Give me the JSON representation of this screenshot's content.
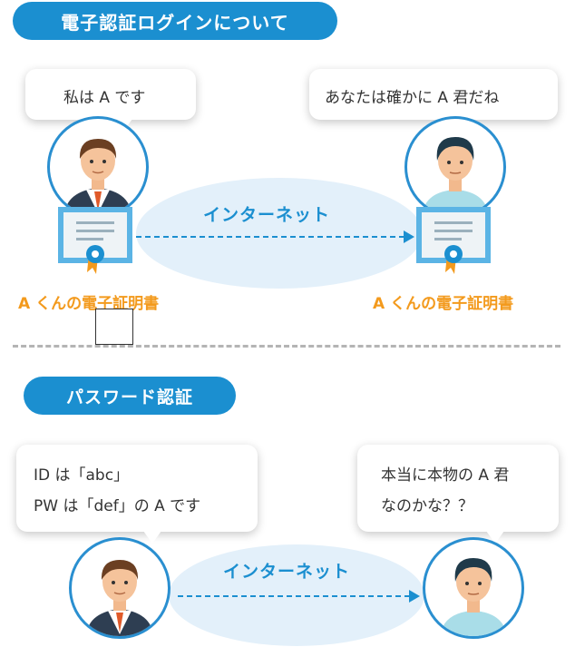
{
  "section1": {
    "title": "電子認証ログインについて",
    "bubble_left": "私は A です",
    "bubble_right": "あなたは確かに A 君だね",
    "internet": "インターネット",
    "cert_label_left": "A くんの電子証明書",
    "cert_label_right": "A くんの電子証明書"
  },
  "section2": {
    "title": "パスワード認証",
    "bubble_left_line1": "ID は「abc」",
    "bubble_left_line2": "PW は「def」の A です",
    "bubble_right_line1": "本当に本物の A 君",
    "bubble_right_line2": "なのかな？？",
    "internet": "インターネット"
  },
  "colors": {
    "accent_blue": "#1b8fd0",
    "cert_orange": "#f39a1d",
    "ellipse_fill": "#e3f0fa"
  },
  "icons": [
    "businessman-avatar",
    "casual-man-avatar",
    "certificate-icon",
    "dashed-arrow"
  ]
}
